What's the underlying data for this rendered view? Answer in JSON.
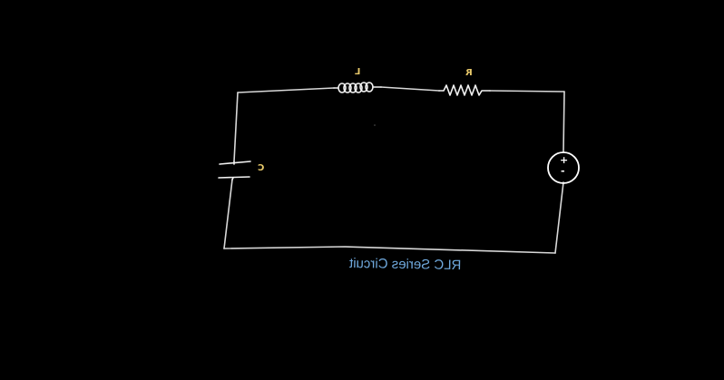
{
  "diagram": {
    "title": "RLC Series Circuit",
    "components": {
      "inductor": {
        "label": "L"
      },
      "resistor": {
        "label": "R"
      },
      "capacitor": {
        "label": "C"
      },
      "source": {
        "plus": "+",
        "minus": "-"
      }
    },
    "colors": {
      "background": "#000000",
      "wire": "#d8d8d8",
      "component_label": "#e8c96a",
      "title": "#6fa8dc"
    },
    "text_mirrored": true
  }
}
